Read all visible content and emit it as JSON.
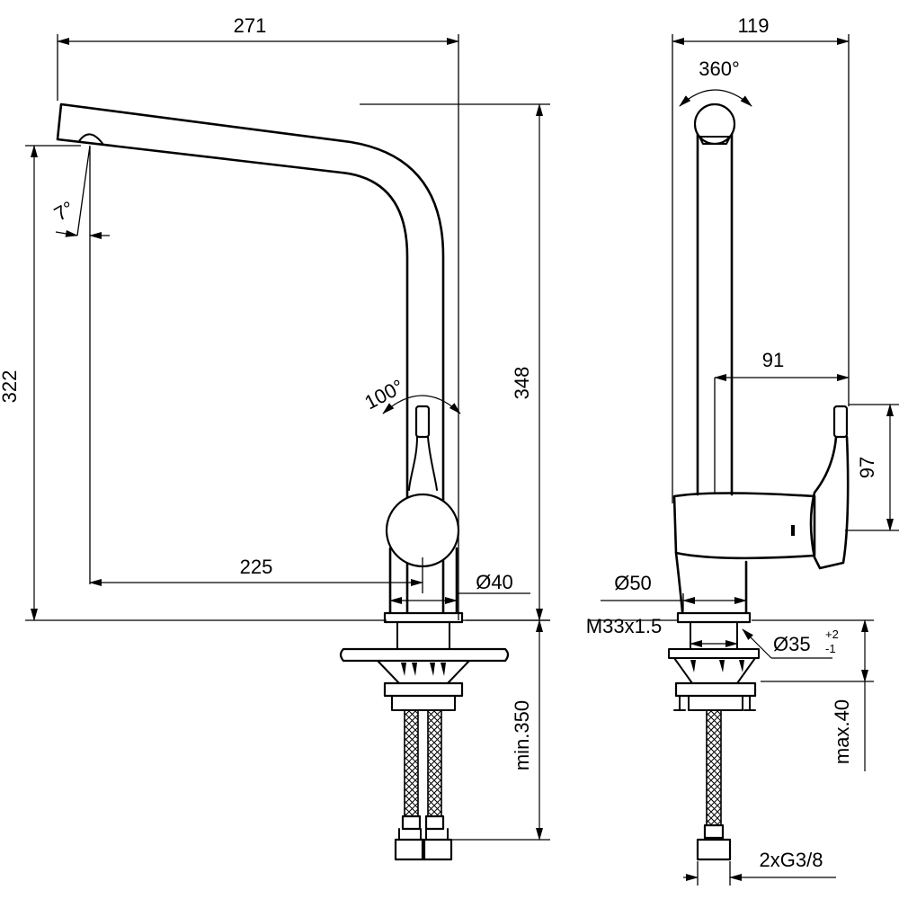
{
  "dimensions": {
    "front_width": "271",
    "side_width": "119",
    "rotation_spout": "360°",
    "rotation_lever": "100°",
    "spout_angle": "7°",
    "outlet_height": "322",
    "total_height": "348",
    "projection": "225",
    "body_diameter": "Ø40",
    "side_offset": "91",
    "lever_height": "97",
    "base_diameter": "Ø50",
    "thread": "M33x1.5",
    "hole_diameter": "Ø35",
    "hole_tol_plus": "+2",
    "hole_tol_minus": "-1",
    "counter_max": "max.40",
    "hose_min": "min.350",
    "connection": "2xG3/8"
  }
}
